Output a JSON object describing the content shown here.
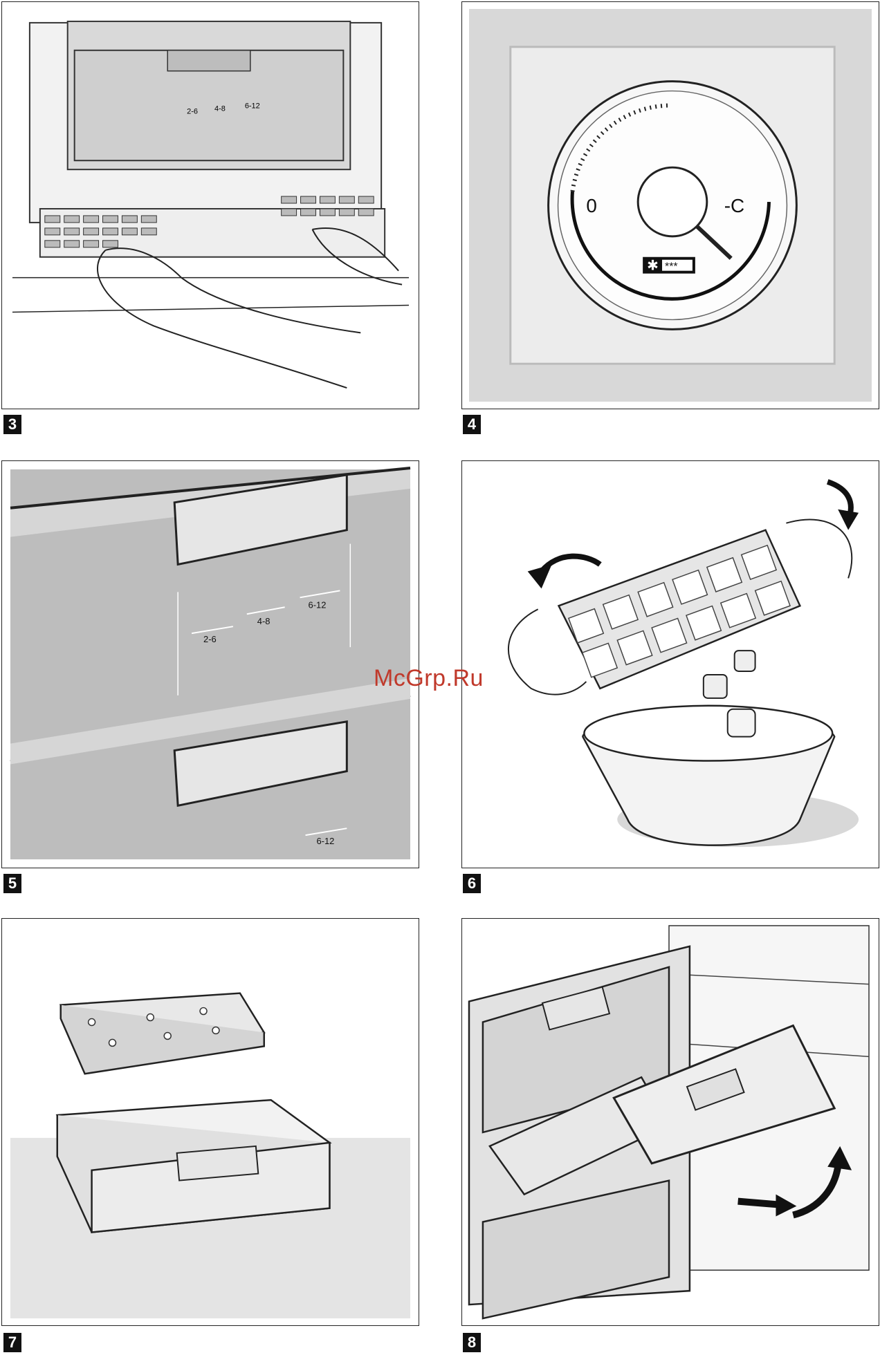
{
  "panels": [
    {
      "number": "3"
    },
    {
      "number": "4"
    },
    {
      "number": "5"
    },
    {
      "number": "6"
    },
    {
      "number": "7"
    },
    {
      "number": "8"
    }
  ],
  "dial": {
    "zero_label": "0",
    "cold_label": "-C",
    "star_label": "***"
  },
  "drawer_labels": {
    "range_a": "2-6",
    "range_b": "4-8",
    "range_c": "6-12"
  },
  "watermark": "McGrp.Ru"
}
